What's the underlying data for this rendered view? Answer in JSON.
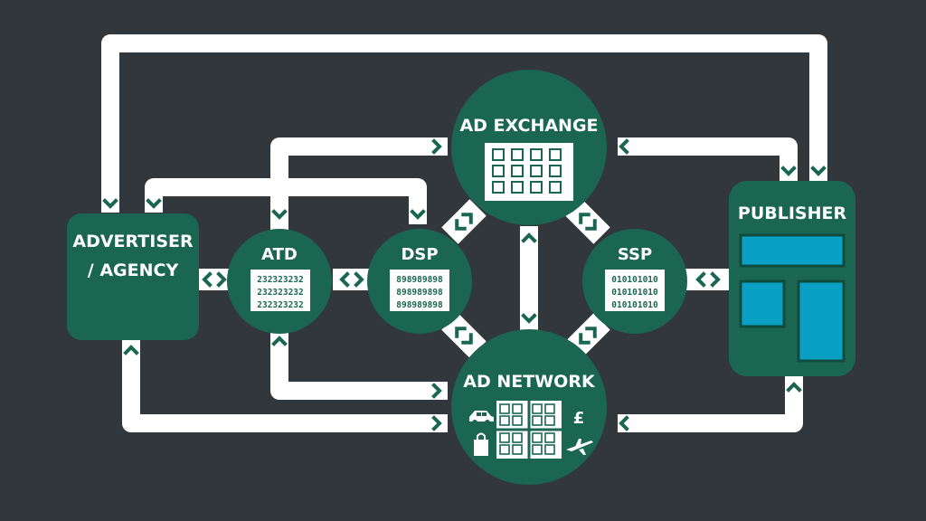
{
  "nodes": {
    "advertiser": {
      "line1": "ADVERTISER",
      "line2": "/ AGENCY"
    },
    "atd": {
      "label": "ATD",
      "code_lines": [
        "232323232",
        "232323232",
        "232323232"
      ]
    },
    "dsp": {
      "label": "DSP",
      "code_lines": [
        "898989898",
        "898989898",
        "898989898"
      ]
    },
    "ad_exchange": {
      "label": "AD EXCHANGE"
    },
    "ssp": {
      "label": "SSP",
      "code_lines": [
        "010101010",
        "010101010",
        "010101010"
      ]
    },
    "ad_network": {
      "label": "AD NETWORK",
      "currency_symbol": "£"
    },
    "publisher": {
      "label": "PUBLISHER"
    }
  },
  "icons": [
    "car-icon",
    "shopping-bag-icon",
    "pound-icon",
    "airplane-icon",
    "grid-icon",
    "webpage-layout-icon",
    "double-arrow-icon",
    "chevron-icon"
  ],
  "colors": {
    "background": "#32373c",
    "node_green": "#1a6650",
    "path_white": "#ffffff",
    "arrow_green": "#1a6650",
    "screen_blue": "#0aa0c4",
    "screen_frame": "#0f4c3c"
  }
}
